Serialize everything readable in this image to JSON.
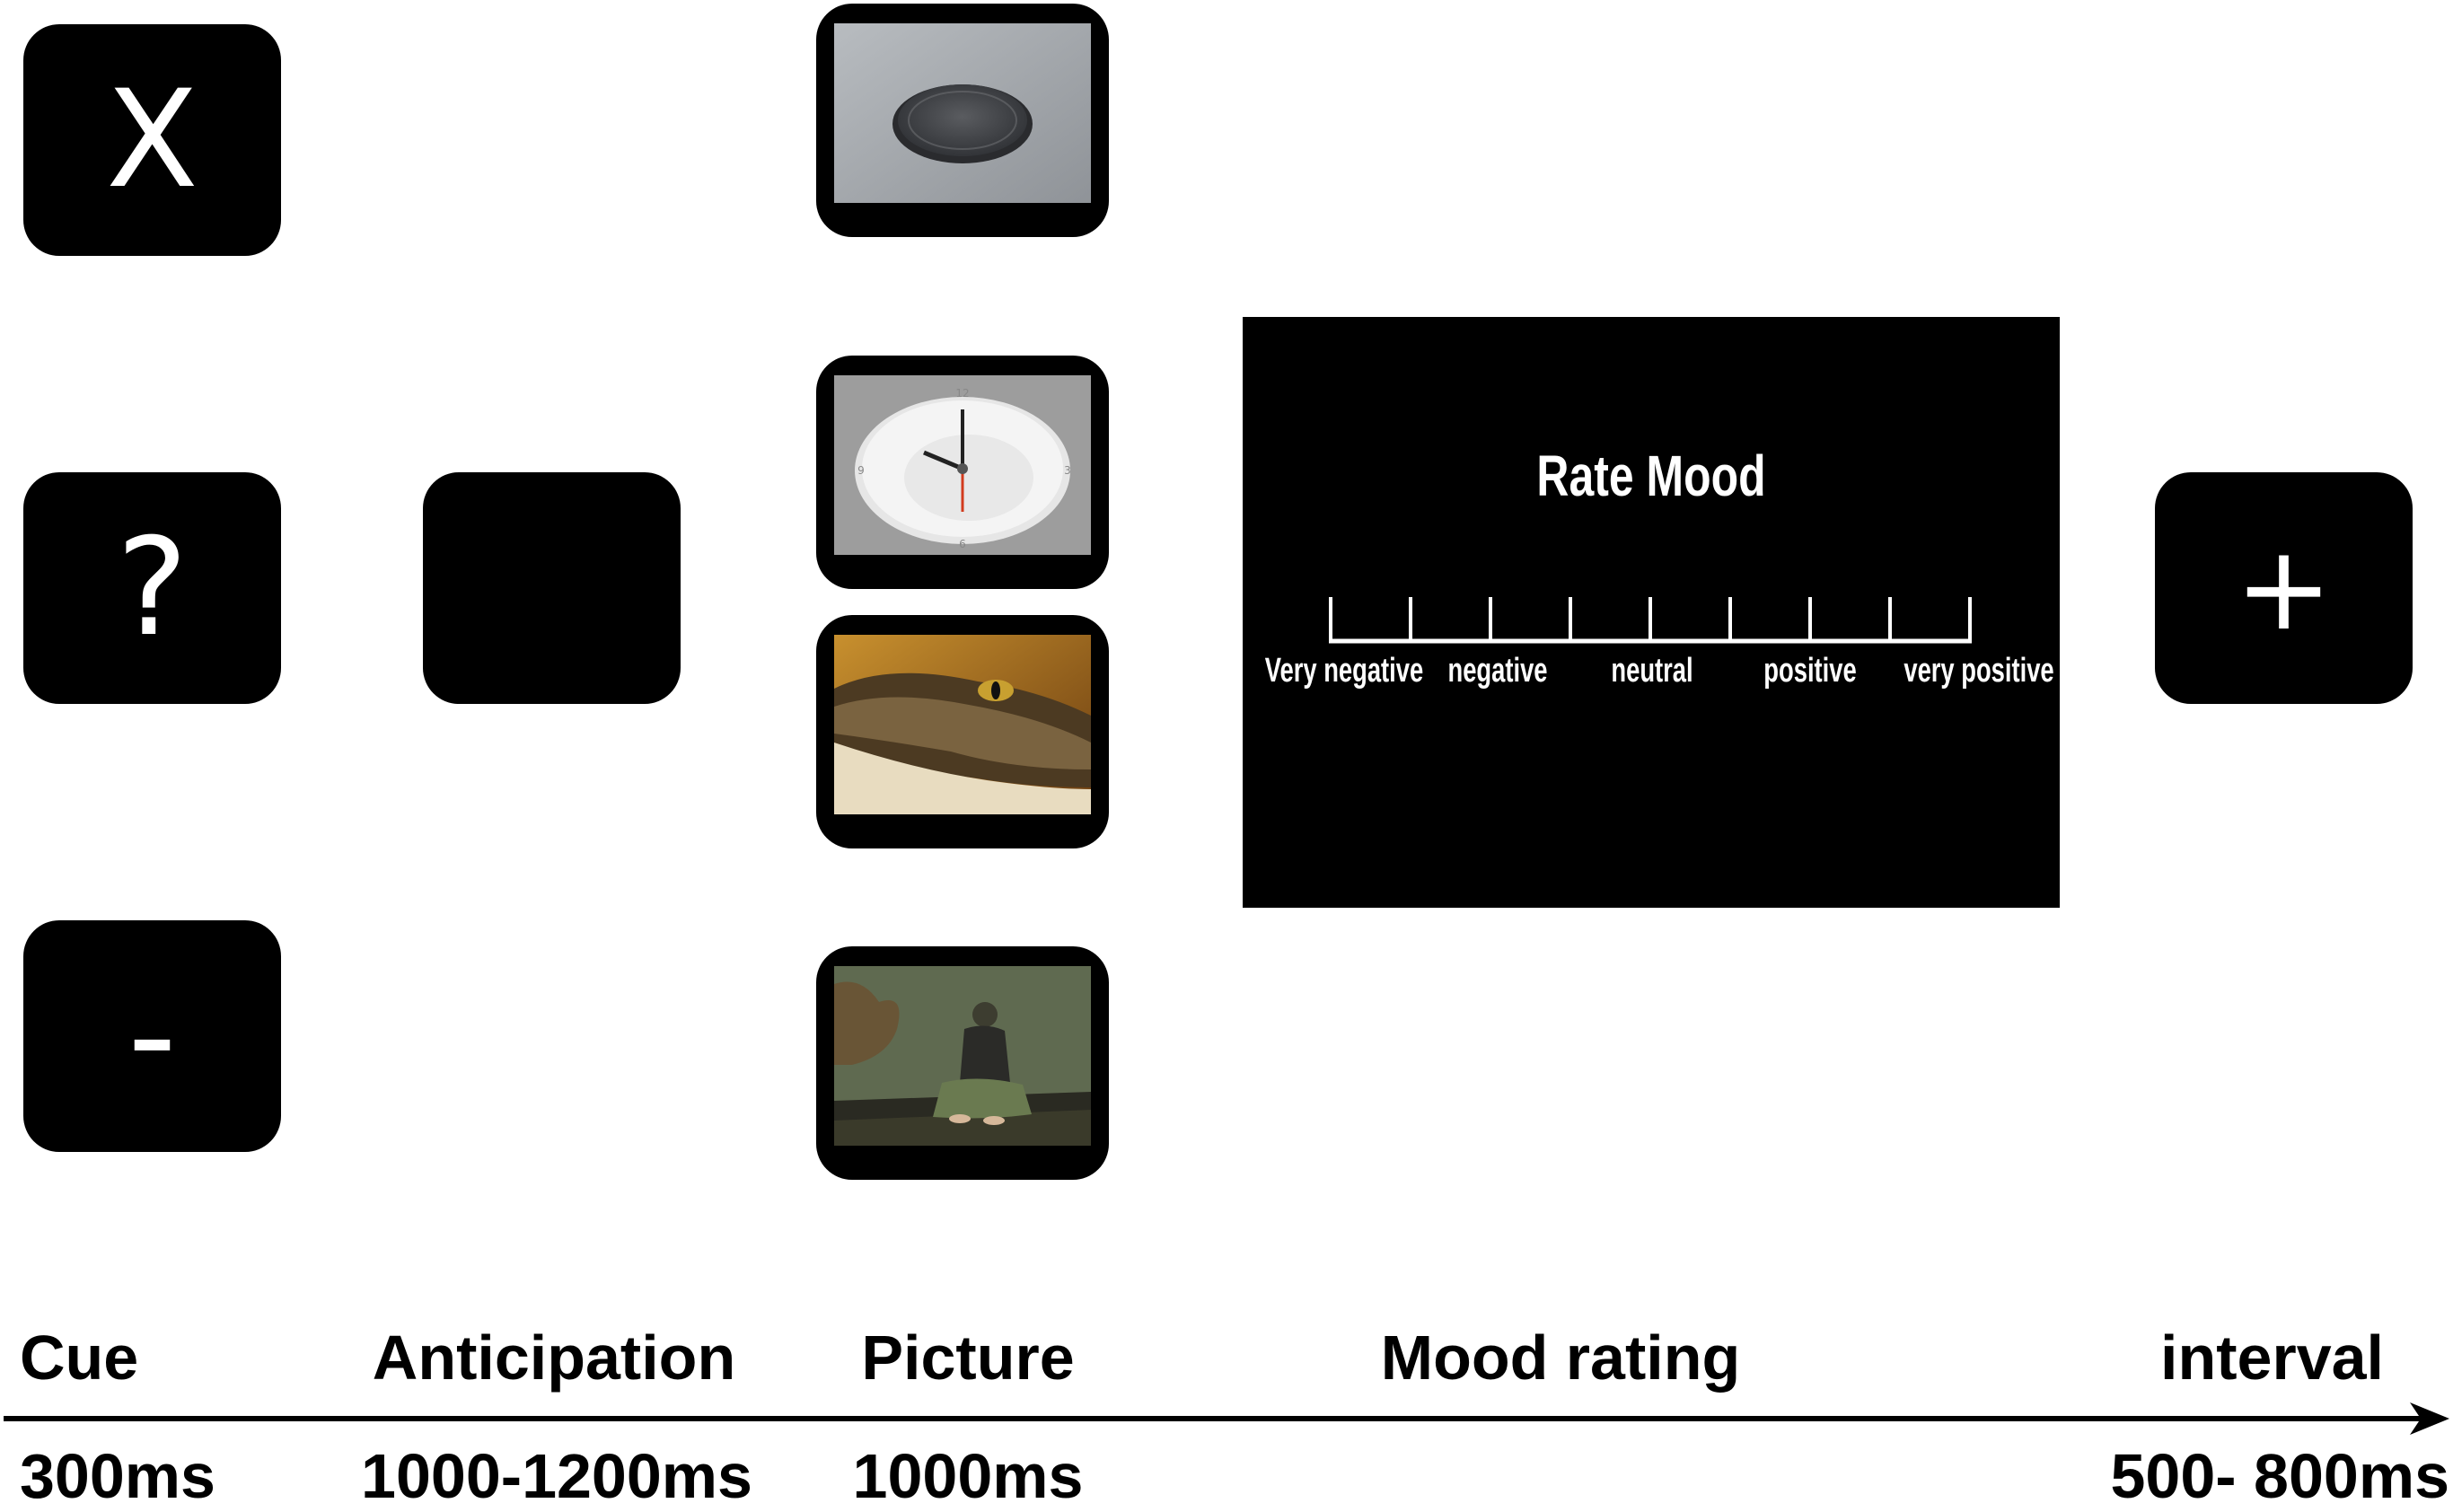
{
  "cues": [
    {
      "symbol": "X",
      "icon": "cross-letter"
    },
    {
      "symbol": "?",
      "icon": "question-mark"
    },
    {
      "symbol": "-",
      "icon": "minus-sign"
    }
  ],
  "interval_symbol": "+",
  "pictures": [
    {
      "icon": "manhole-cover-photo"
    },
    {
      "icon": "clock-photo"
    },
    {
      "icon": "crocodile-photo"
    },
    {
      "icon": "sad-person-photo"
    }
  ],
  "mood_rating": {
    "title": "Rate Mood",
    "scale_labels": [
      "Very negative",
      "negative",
      "neutral",
      "positive",
      "very positive"
    ]
  },
  "phases": [
    {
      "label": "Cue",
      "time": "300ms"
    },
    {
      "label": "Anticipation",
      "time": "1000-1200ms"
    },
    {
      "label": "Picture",
      "time": "1000ms"
    },
    {
      "label": "Mood rating",
      "time": ""
    },
    {
      "label": "interval",
      "time": "500- 800ms"
    }
  ]
}
